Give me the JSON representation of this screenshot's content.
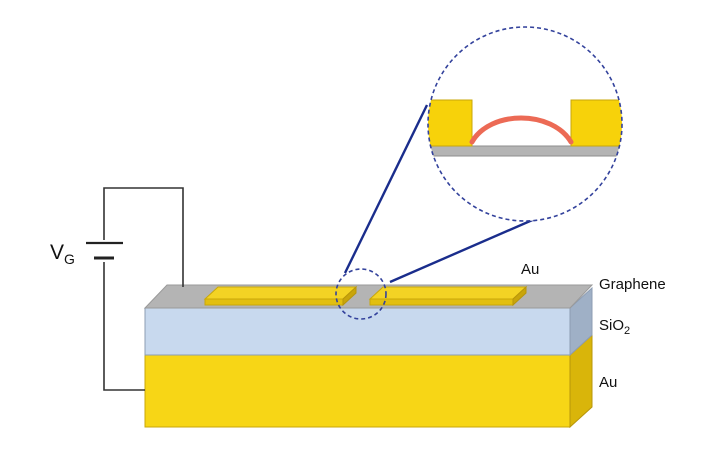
{
  "labels": {
    "gate_voltage_main": "V",
    "gate_voltage_sub": "G",
    "top_electrode": "Au",
    "graphene": "Graphene",
    "oxide_main": "SiO",
    "oxide_sub": "2",
    "bottom_electrode": "Au"
  },
  "colors": {
    "gold_top": "#f3d324",
    "gold_front": "#f7d616",
    "gold_side": "#d9b50a",
    "oxide_top": "#cfdcec",
    "oxide_front": "#c8d9ee",
    "oxide_side": "#9fb0c6",
    "graphene": "#b4b4b4",
    "callout_line": "#1a2d8c",
    "callout_circle": "#33429c",
    "suspended_graphene": "#ec6a55",
    "wire": "#333333"
  }
}
